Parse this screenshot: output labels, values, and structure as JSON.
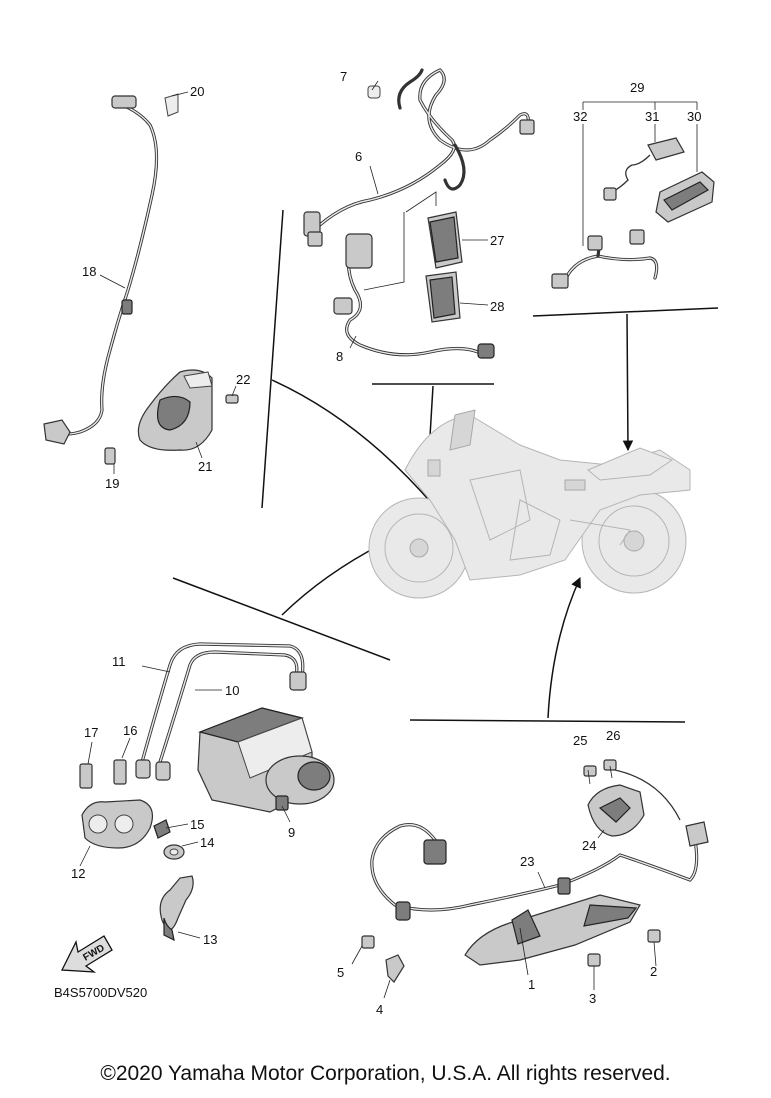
{
  "diagram_code": "B4S5700DV520",
  "fwd_label": "FWD",
  "callouts": [
    {
      "id": "n1",
      "text": "1"
    },
    {
      "id": "n2",
      "text": "2"
    },
    {
      "id": "n3",
      "text": "3"
    },
    {
      "id": "n4",
      "text": "4"
    },
    {
      "id": "n5",
      "text": "5"
    },
    {
      "id": "n6",
      "text": "6"
    },
    {
      "id": "n7",
      "text": "7"
    },
    {
      "id": "n8",
      "text": "8"
    },
    {
      "id": "n9",
      "text": "9"
    },
    {
      "id": "n10",
      "text": "10"
    },
    {
      "id": "n11",
      "text": "11"
    },
    {
      "id": "n12",
      "text": "12"
    },
    {
      "id": "n13",
      "text": "13"
    },
    {
      "id": "n14",
      "text": "14"
    },
    {
      "id": "n15",
      "text": "15"
    },
    {
      "id": "n16",
      "text": "16"
    },
    {
      "id": "n17",
      "text": "17"
    },
    {
      "id": "n18",
      "text": "18"
    },
    {
      "id": "n19",
      "text": "19"
    },
    {
      "id": "n20",
      "text": "20"
    },
    {
      "id": "n21",
      "text": "21"
    },
    {
      "id": "n22",
      "text": "22"
    },
    {
      "id": "n23",
      "text": "23"
    },
    {
      "id": "n24",
      "text": "24"
    },
    {
      "id": "n25",
      "text": "25"
    },
    {
      "id": "n26",
      "text": "26"
    },
    {
      "id": "n27",
      "text": "27"
    },
    {
      "id": "n28",
      "text": "28"
    },
    {
      "id": "n29",
      "text": "29"
    },
    {
      "id": "n30",
      "text": "30"
    },
    {
      "id": "n31",
      "text": "31"
    },
    {
      "id": "n32",
      "text": "32"
    }
  ],
  "copyright": "©2020 Yamaha Motor Corporation, U.S.A. All rights reserved."
}
